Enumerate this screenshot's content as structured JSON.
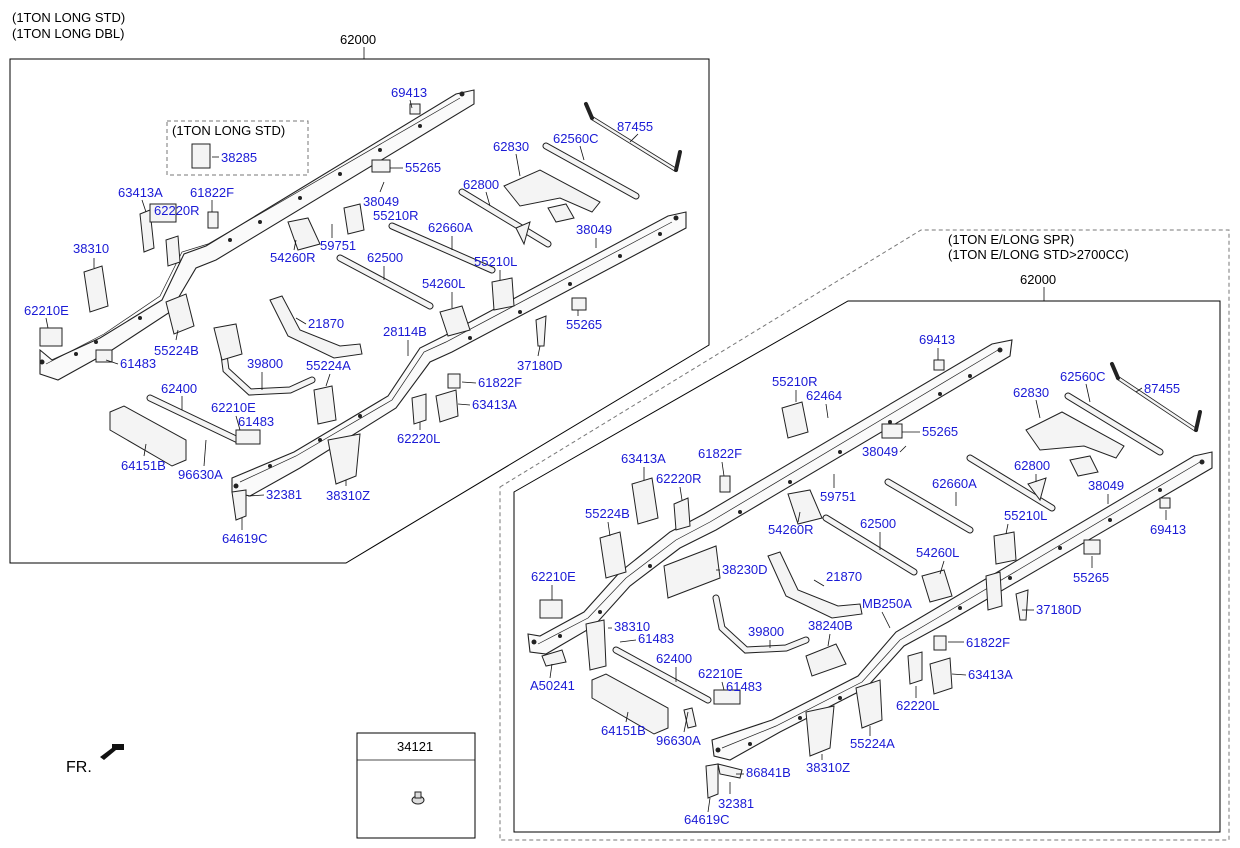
{
  "headers": {
    "left_line1": "(1TON LONG STD)",
    "left_line2": "(1TON LONG DBL)",
    "left_main_num": "62000",
    "left_inset": "(1TON LONG STD)",
    "right_line1": "(1TON E/LONG SPR)",
    "right_line2": "(1TON E/LONG STD>2700CC)",
    "right_main_num": "62000"
  },
  "legend_box": {
    "part_no": "34121"
  },
  "front_indicator": "FR.",
  "left_parts": {
    "p69413": "69413",
    "p38285": "38285",
    "p55265a": "55265",
    "p62830": "62830",
    "p62560c": "62560C",
    "p87455": "87455",
    "p63413a": "63413A",
    "p61822f": "61822F",
    "p62220r": "62220R",
    "p38049a": "38049",
    "p55210r": "55210R",
    "p62800": "62800",
    "p59751": "59751",
    "p62660a": "62660A",
    "p38049b": "38049",
    "p38310": "38310",
    "p54260r": "54260R",
    "p62500": "62500",
    "p55210l": "55210L",
    "p54260l": "54260L",
    "p62210e": "62210E",
    "p55224b": "55224B",
    "p21870": "21870",
    "p28114b": "28114B",
    "p55265b": "55265",
    "p61483": "61483",
    "p39800": "39800",
    "p55224a": "55224A",
    "p37180d": "37180D",
    "p62400": "62400",
    "p61822f2": "61822F",
    "p62210e2": "62210E",
    "p63413a2": "63413A",
    "p61483b": "61483",
    "p62220l": "62220L",
    "p64151b": "64151B",
    "p96630a": "96630A",
    "p32381": "32381",
    "p38310z": "38310Z",
    "p64619c": "64619C"
  },
  "right_parts": {
    "p69413": "69413",
    "p55210r": "55210R",
    "p62464": "62464",
    "p62830": "62830",
    "p62560c": "62560C",
    "p87455": "87455",
    "p55265": "55265",
    "p38049a": "38049",
    "p63413a": "63413A",
    "p61822f": "61822F",
    "p62220r": "62220R",
    "p62800": "62800",
    "p59751": "59751",
    "p62660a": "62660A",
    "p38049b": "38049",
    "p55224b": "55224B",
    "p54260r": "54260R",
    "p55210l": "55210L",
    "p69413b": "69413",
    "p62500": "62500",
    "p54260l": "54260L",
    "p62210e": "62210E",
    "p38230d": "38230D",
    "p21870": "21870",
    "p55265b": "55265",
    "pmb250a": "MB250A",
    "p37180d": "37180D",
    "p38310": "38310",
    "p61483": "61483",
    "p39800": "39800",
    "p38240b": "38240B",
    "p61822f2": "61822F",
    "p62400": "62400",
    "p63413a2": "63413A",
    "pa50241": "A50241",
    "p62210e2": "62210E",
    "p61483b": "61483",
    "p62220l": "62220L",
    "p64151b": "64151B",
    "p96630a": "96630A",
    "p55224a": "55224A",
    "p86841b": "86841B",
    "p38310z": "38310Z",
    "p32381": "32381",
    "p64619c": "64619C"
  }
}
